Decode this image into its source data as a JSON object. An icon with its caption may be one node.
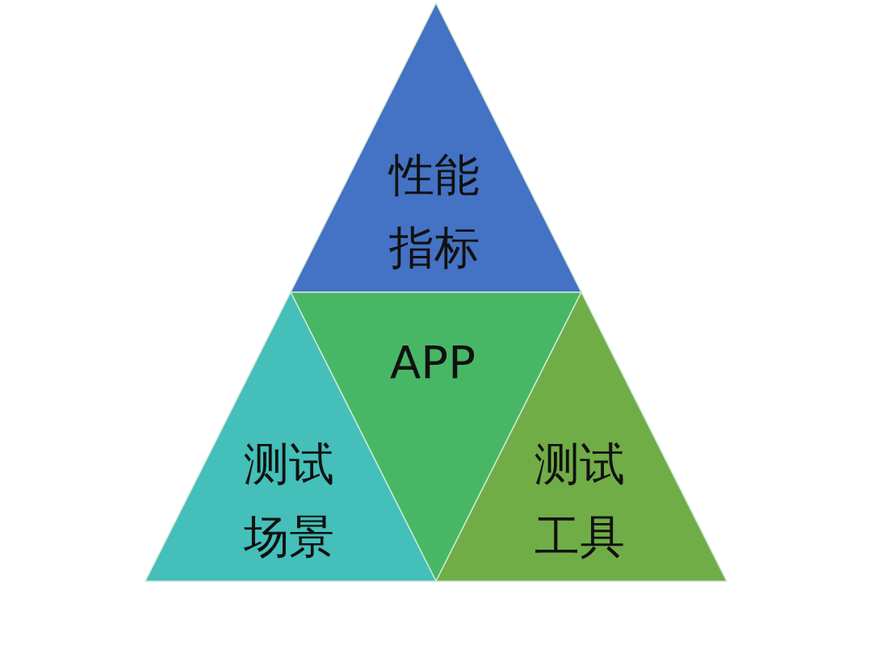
{
  "diagram": {
    "nodes": [
      {
        "text": [
          "性能指标"
        ]
      },
      {
        "text": [
          "APP"
        ]
      },
      {
        "text": [
          "测试场景"
        ]
      },
      {
        "text": [
          "测试工具"
        ]
      }
    ]
  }
}
